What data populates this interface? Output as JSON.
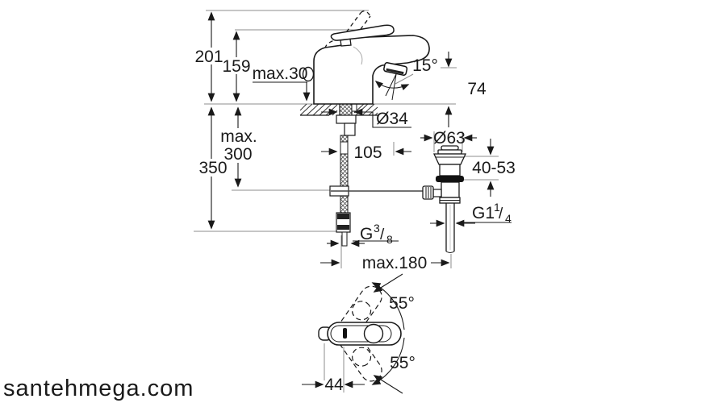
{
  "meta": {
    "background": "#ffffff",
    "line_color": "#1a1a1a",
    "thin_line_color": "#8c8c8c",
    "watermark_color": "#c6c6c6",
    "drawing_type": "faucet installation dimension drawing"
  },
  "watermark": "santehmega.com",
  "side_view": {
    "dim_height_above": "201",
    "dim_height_lever": "159",
    "dim_deck_thickness": "max.30",
    "dim_stream_angle": "15°",
    "dim_spout_height": "74",
    "dim_shank_diameter": "Ø34",
    "dim_spout_reach": "105",
    "dim_hose_length_line1": "max.",
    "dim_hose_length_line2": "300",
    "dim_height_below": "350",
    "thread_g38": {
      "base": "G",
      "sup": "3",
      "slash": "/",
      "sub": "8"
    },
    "dim_center_distance": "max.180"
  },
  "drain_view": {
    "dim_flange_diameter": "Ø63",
    "dim_deck_range": "40-53",
    "thread_g114": {
      "base": "G1",
      "sup": "1",
      "slash": "/",
      "sub": "4"
    }
  },
  "top_view": {
    "dim_swivel_up": "55°",
    "dim_swivel_down": "55°",
    "dim_handle_offset": "44"
  }
}
